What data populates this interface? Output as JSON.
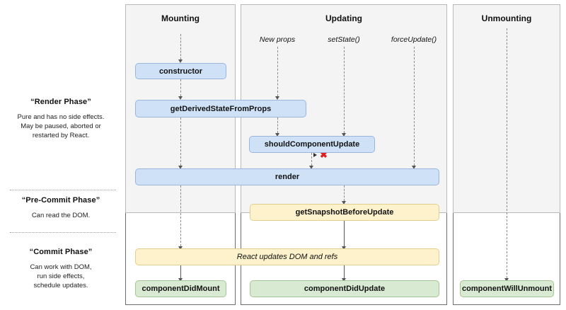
{
  "phases": [
    {
      "title": "“Render Phase”",
      "lines": [
        "Pure and has no side effects.",
        "May be paused, aborted or",
        "restarted by React."
      ]
    },
    {
      "title": "“Pre-Commit Phase”",
      "lines": [
        "Can read the DOM."
      ]
    },
    {
      "title": "“Commit Phase”",
      "lines": [
        "Can work with DOM,",
        "run side effects,",
        "schedule updates."
      ]
    }
  ],
  "columns": {
    "mounting": {
      "header": "Mounting"
    },
    "updating": {
      "header": "Updating",
      "triggers": [
        "New props",
        "setState()",
        "forceUpdate()"
      ]
    },
    "unmounting": {
      "header": "Unmounting"
    }
  },
  "nodes": {
    "constructor": "constructor",
    "get_derived_state_from_props": "getDerivedStateFromProps",
    "should_component_update": "shouldComponentUpdate",
    "render": "render",
    "get_snapshot_before_update": "getSnapshotBeforeUpdate",
    "react_updates_dom_and_refs": "React updates DOM and refs",
    "component_did_mount": "componentDidMount",
    "component_did_update": "componentDidUpdate",
    "component_will_unmount": "componentWillUnmount"
  },
  "markers": {
    "skip_render_x": "✖"
  },
  "colors": {
    "blue_fill": "#cfe1f7",
    "blue_border": "#9ab6dd",
    "yellow_fill": "#fdf2cc",
    "yellow_border": "#e3cf8d",
    "green_fill": "#d9ead3",
    "green_border": "#a6c496",
    "column_gray": "#f4f4f4",
    "red_x": "#e02020"
  }
}
